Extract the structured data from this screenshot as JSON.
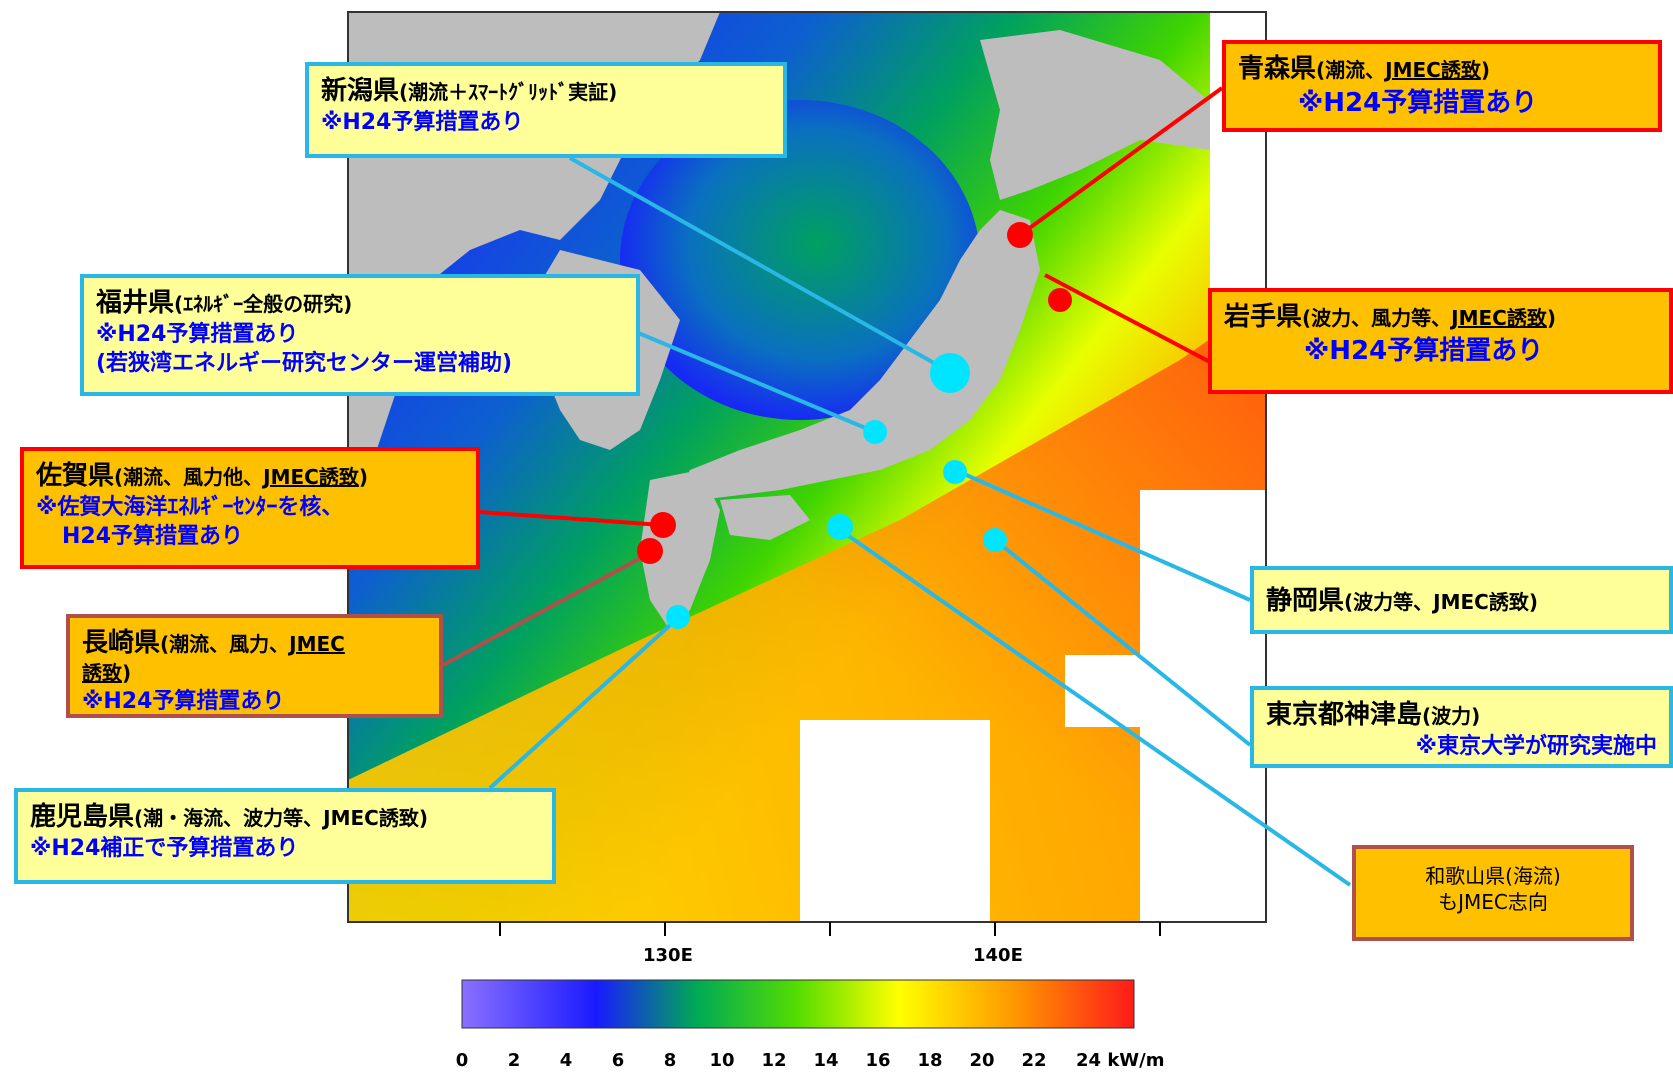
{
  "map": {
    "longitude_labels": [
      "130E",
      "140E"
    ],
    "colorbar": {
      "ticks": [
        "0",
        "2",
        "4",
        "6",
        "8",
        "10",
        "12",
        "14",
        "16",
        "18",
        "20",
        "22",
        "24 kW/m"
      ],
      "colors": [
        "#8a70ff",
        "#1a1aff",
        "#00aa55",
        "#55dd00",
        "#ffff00",
        "#ff9900",
        "#ff1a1a"
      ]
    },
    "land_color": "#bdbdbd"
  },
  "callouts": {
    "niigata": {
      "name": "新潟県",
      "detail": "(潮流＋ｽﾏｰﾄｸﾞﾘｯﾄﾞ実証)",
      "note": "※H24予算措置あり"
    },
    "aomori": {
      "name": "青森県",
      "detail_prefix": "(潮流、",
      "detail_underlined": "JMEC誘致",
      "detail_suffix": ")",
      "note": "※H24予算措置あり"
    },
    "fukui": {
      "name": "福井県",
      "detail": "(ｴﾈﾙｷﾞｰ全般の研究)",
      "note1": "※H24予算措置あり",
      "note2": "(若狭湾エネルギー研究センター運営補助)"
    },
    "iwate": {
      "name": "岩手県",
      "detail_prefix": "(波力、風力等、",
      "detail_underlined": "JMEC誘致",
      "detail_suffix": ")",
      "note": "※H24予算措置あり"
    },
    "saga": {
      "name": "佐賀県",
      "detail_prefix": "(潮流、風力他、",
      "detail_underlined": "JMEC誘致",
      "detail_suffix": ")",
      "note1": "※佐賀大海洋ｴﾈﾙｷﾞｰｾﾝﾀｰを核、",
      "note2": "H24予算措置あり"
    },
    "nagasaki": {
      "name": "長崎県",
      "detail_prefix": "(潮流、風力、",
      "detail_underlined1": "JMEC",
      "detail_underlined2": "誘致",
      "detail_suffix": ")",
      "note": "※H24予算措置あり"
    },
    "shizuoka": {
      "name": "静岡県",
      "detail": "(波力等、JMEC誘致)"
    },
    "kozushima": {
      "name": "東京都神津島",
      "detail": "(波力)",
      "note": "※東京大学が研究実施中"
    },
    "kagoshima": {
      "name": "鹿児島県",
      "detail": "(潮・海流、波力等、JMEC誘致)",
      "note": "※H24補正で予算措置あり"
    },
    "wakayama": {
      "line1": "和歌山県(海流)",
      "line2": "もJMEC志向"
    }
  }
}
